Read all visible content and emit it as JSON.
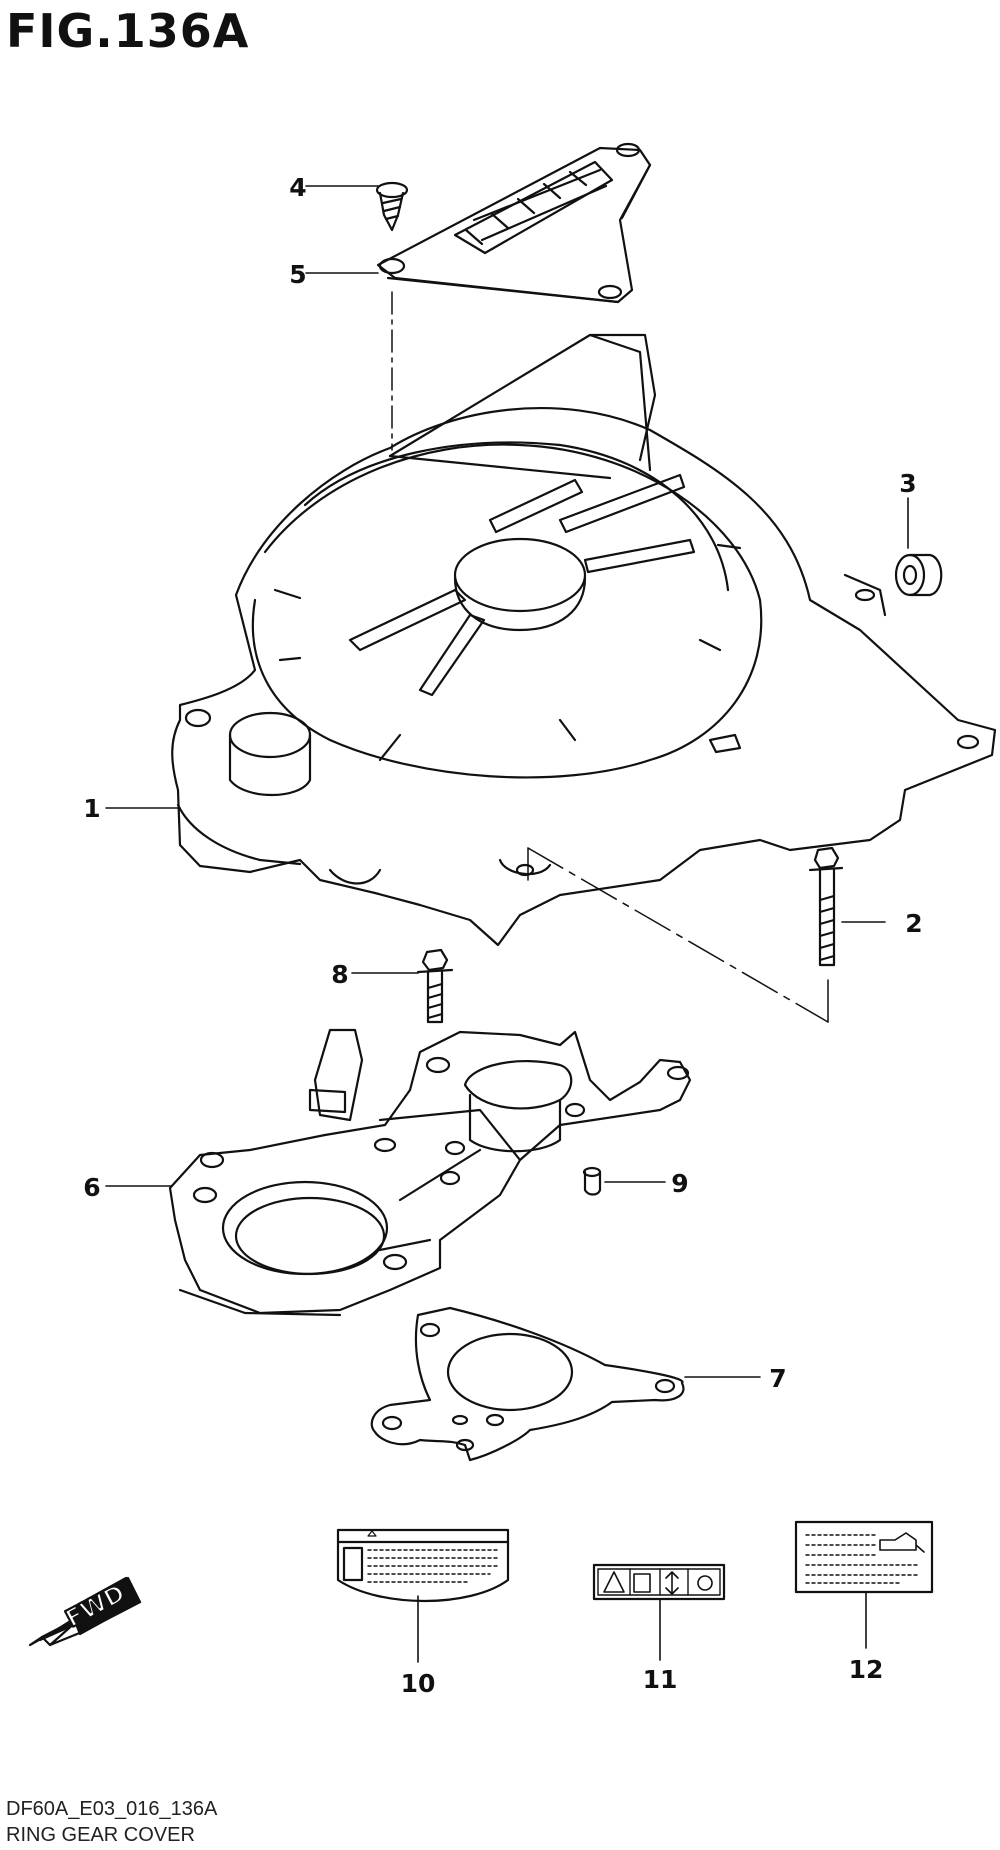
{
  "figure": {
    "title": "FIG.136A",
    "code": "DF60A_E03_016_136A",
    "name": "RING GEAR COVER"
  },
  "direction_arrow": {
    "label": "FWD",
    "icon": "fwd-arrow-icon"
  },
  "callouts": [
    {
      "number": "1",
      "part": "ring-gear-cover"
    },
    {
      "number": "2",
      "part": "bolt"
    },
    {
      "number": "3",
      "part": "grommet"
    },
    {
      "number": "4",
      "part": "screw"
    },
    {
      "number": "5",
      "part": "air-guide-plate"
    },
    {
      "number": "6",
      "part": "cover-plate"
    },
    {
      "number": "7",
      "part": "gasket"
    },
    {
      "number": "8",
      "part": "bolt"
    },
    {
      "number": "9",
      "part": "dowel-pin"
    },
    {
      "number": "10",
      "part": "caution-label"
    },
    {
      "number": "11",
      "part": "symbol-label"
    },
    {
      "number": "12",
      "part": "oil-label"
    }
  ],
  "colors": {
    "line": "#111111",
    "background": "#ffffff"
  }
}
